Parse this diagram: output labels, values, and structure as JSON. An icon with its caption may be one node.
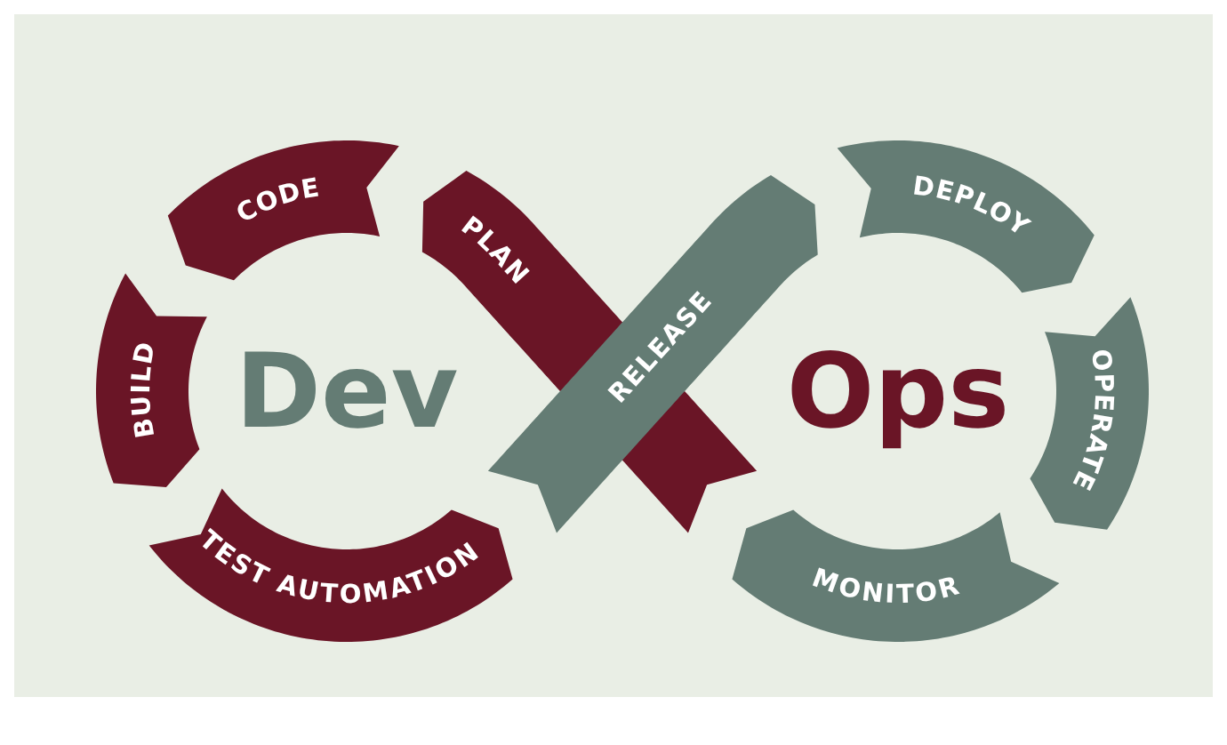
{
  "diagram": {
    "nodes": [
      {
        "text": [
          "PLAN"
        ]
      },
      {
        "text": [
          "CODE"
        ]
      },
      {
        "text": [
          "BUILD"
        ]
      },
      {
        "text": [
          "TEST AUTOMATION"
        ]
      },
      {
        "text": [
          "RELEASE"
        ]
      },
      {
        "text": [
          "DEPLOY"
        ]
      },
      {
        "text": [
          "OPERATE"
        ]
      },
      {
        "text": [
          "MONITOR"
        ]
      }
    ],
    "labels": [
      "Dev",
      "Ops"
    ]
  }
}
